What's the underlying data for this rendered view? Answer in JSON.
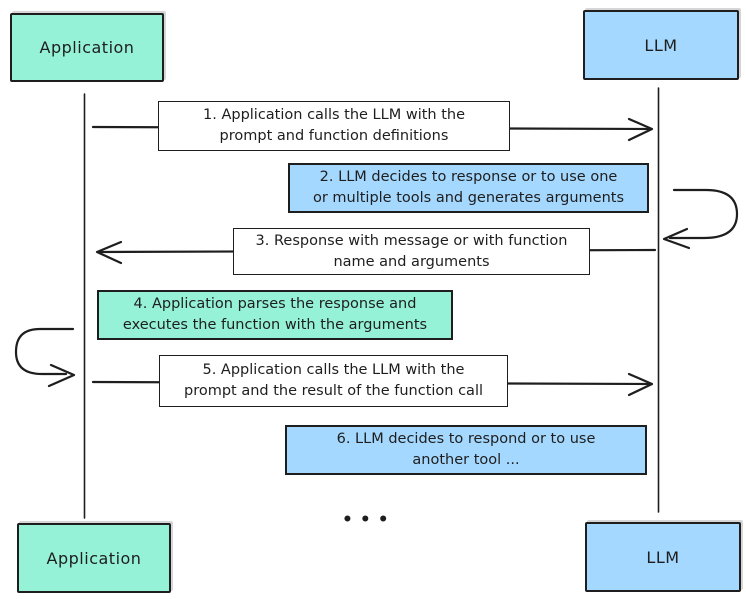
{
  "colors": {
    "teal": "#96f2d7",
    "blue": "#a5d8ff",
    "white": "#ffffff",
    "stroke": "#1e1e1e"
  },
  "actors": {
    "top_left": "Application",
    "top_right": "LLM",
    "bottom_left": "Application",
    "bottom_right": "LLM"
  },
  "messages": [
    {
      "label": "1. Application calls the LLM with the\nprompt and function definitions",
      "fill": "white",
      "direction": "right"
    },
    {
      "label": "2. LLM decides to response or to use one\nor multiple tools and generates arguments",
      "fill": "blue",
      "direction": "self-loop-llm"
    },
    {
      "label": "3. Response with message or with function\nname and arguments",
      "fill": "white",
      "direction": "left"
    },
    {
      "label": "4. Application parses the response and\nexecutes the function with the arguments",
      "fill": "teal",
      "direction": "self-loop-application"
    },
    {
      "label": "5. Application calls the LLM with the\nprompt and the result of the function call",
      "fill": "white",
      "direction": "right"
    },
    {
      "label": "6. LLM decides to respond or to use\nanother tool ...",
      "fill": "blue",
      "direction": "none"
    }
  ],
  "ellipsis": "•••"
}
